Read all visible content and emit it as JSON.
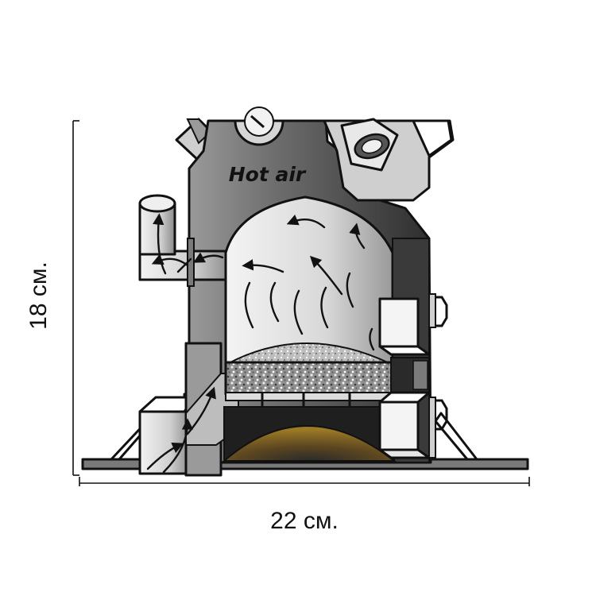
{
  "diagram": {
    "label_hot_air": "Hot air",
    "dimension_height": "18 см.",
    "dimension_width": "22 см.",
    "colors": {
      "body_dark": "#3f3f3f",
      "body_mid": "#8c8c8c",
      "chamber_light": "#e6e6e6",
      "gravel": "#9a9a9a",
      "fuel": "#8a6a1c",
      "ground": "#7a7a7a",
      "outline": "#111111"
    },
    "icons": [
      "arrowhead-icon",
      "gauge-icon"
    ]
  }
}
